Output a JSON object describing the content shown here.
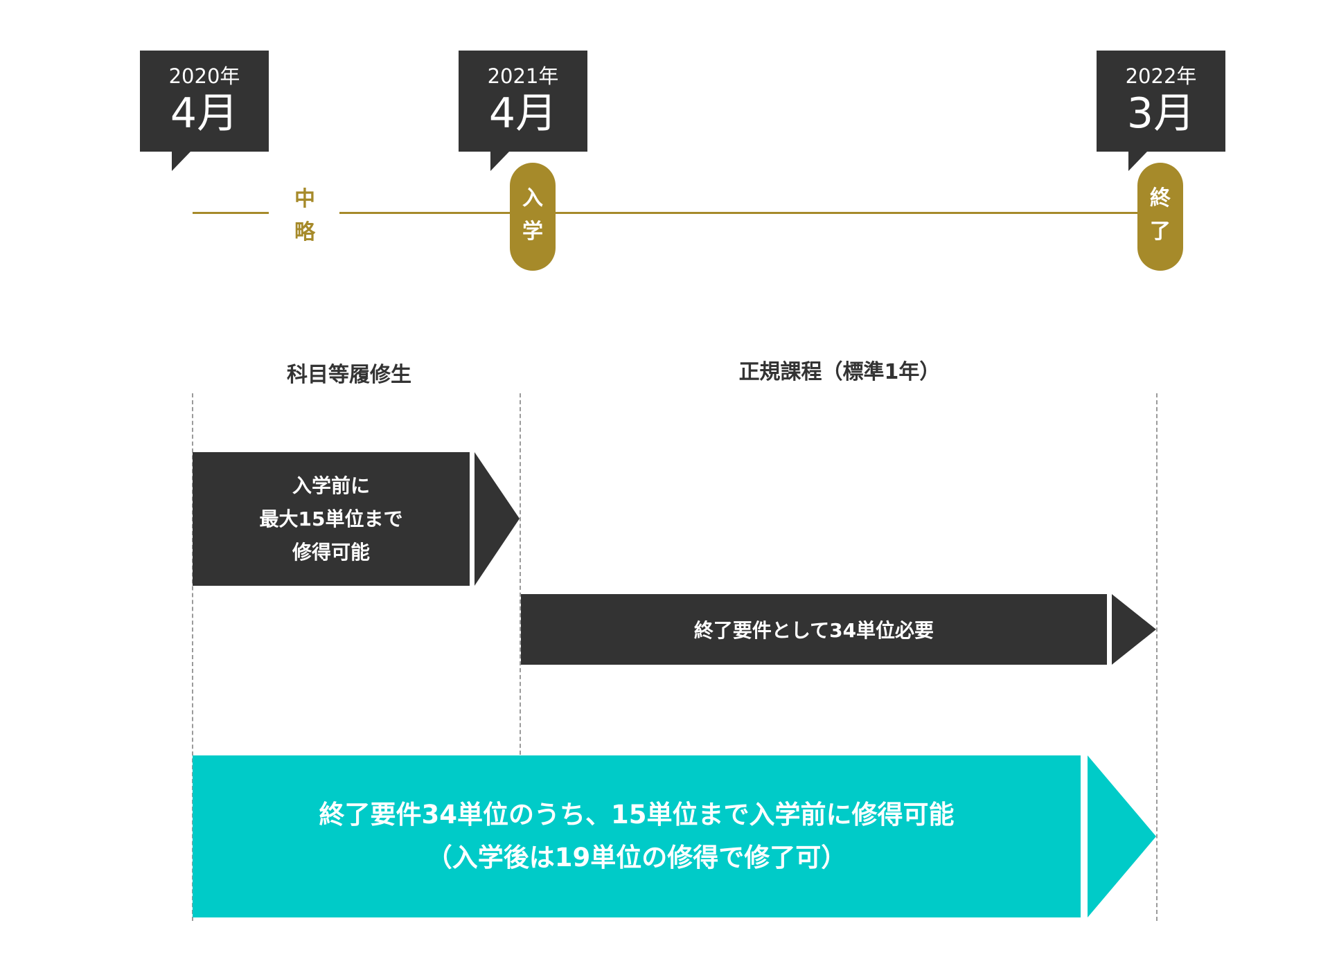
{
  "timeline": {
    "dates": [
      {
        "year": "2020年",
        "month": "4月"
      },
      {
        "year": "2021年",
        "month": "4月"
      },
      {
        "year": "2022年",
        "month": "3月"
      }
    ],
    "skip_label": [
      "中",
      "略"
    ],
    "milestones": [
      {
        "chars": [
          "入",
          "学"
        ]
      },
      {
        "chars": [
          "終",
          "了"
        ]
      }
    ]
  },
  "sections": {
    "pre": "科目等履修生",
    "regular": "正規課程（標準1年）"
  },
  "bars": {
    "pre_enrollment": [
      "入学前に",
      "最大15単位まで",
      "修得可能"
    ],
    "requirement": "終了要件として34単位必要",
    "summary": [
      "終了要件34単位のうち、15単位まで入学前に修得可能",
      "（入学後は19単位の修得で修了可）"
    ]
  },
  "colors": {
    "dark": "#333333",
    "gold": "#a68a2a",
    "teal": "#00cbc8"
  }
}
